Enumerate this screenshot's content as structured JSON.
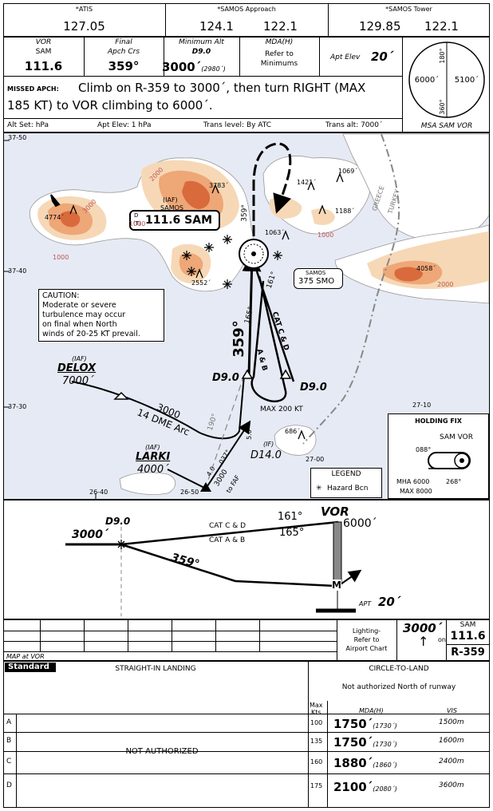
{
  "comms": {
    "atis_label": "*ATIS",
    "atis_freq": "127.05",
    "approach_label": "*SAMOS Approach",
    "approach_freq1": "124.1",
    "approach_freq2": "122.1",
    "tower_label": "*SAMOS Tower",
    "tower_freq1": "129.85",
    "tower_freq2": "122.1"
  },
  "briefing": {
    "vor_label": "VOR",
    "vor_name": "SAM",
    "vor_freq": "111.6",
    "final_label1": "Final",
    "final_label2": "Apch Crs",
    "final_crs": "359°",
    "min_alt_label": "Minimum Alt",
    "min_alt_fix": "D9.0",
    "min_alt_value": "3000´",
    "min_alt_paren": "(2980´)",
    "mda_label": "MDA(H)",
    "mda_text1": "Refer to",
    "mda_text2": "Minimums",
    "apt_elev_label": "Apt Elev",
    "apt_elev_value": "20´",
    "missed_label": "MISSED APCH:",
    "missed_text1": "Climb on R-359 to 3000´, then turn RIGHT (MAX",
    "missed_text2": "185 KT) to VOR climbing to 6000´.",
    "alt_set": "Alt Set: hPa",
    "apt_elev_hpa": "Apt Elev: 1 hPa",
    "trans_level": "Trans level: By ATC",
    "trans_alt": "Trans alt: 7000´"
  },
  "msa": {
    "label": "MSA SAM VOR",
    "alt_west": "6000´",
    "alt_east": "5100´",
    "bearing_top": "180°",
    "bearing_bottom": "360°"
  },
  "plan": {
    "lat_top": "37-50",
    "lat_mid": "37-40",
    "lat_low": "37-30",
    "lon_left": "26-40",
    "lon_mid": "26-50",
    "lon_right1": "27-00",
    "lon_right2": "27-10",
    "samos_iaf": "(IAF)",
    "samos_name": "SAMOS",
    "vor_box_d": "D",
    "vor_box_t": "(T)",
    "vor_box_text": "111.6 SAM",
    "ndb_name": "SAMOS",
    "ndb_text": "375 SMO",
    "caution": "CAUTION:\nModerate or severe\nturbulence may occur\non final when North\nwinds of 20-25 KT prevail.",
    "delox_iaf": "(IAF)",
    "delox_name": "DELOX",
    "delox_alt": "7000´",
    "larki_iaf": "(IAF)",
    "larki_name": "LARKI",
    "larki_alt": "4000´",
    "arc_alt": "3000",
    "arc_text": "14 DME Arc",
    "radial_190": "190°",
    "radial_359": "359°",
    "radial_359_top": "359°",
    "course_161": "161°",
    "course_165": "165°",
    "cat_cd": "CAT C & D",
    "cat_ab": "A & B",
    "d9_left": "D9.0",
    "d9_right": "D9.0",
    "max200": "MAX 200 KT",
    "if_label": "(IF)",
    "d14": "D14.0",
    "leg_50": "5.0",
    "leg_40": "4.0",
    "leg_037": "037°",
    "leg_3000": "3000",
    "to_faf": "to FAF",
    "elev_4774": "4774´",
    "elev_3783": "3783´",
    "elev_2552": "2552´",
    "elev_1421": "1421´",
    "elev_1069": "1069´",
    "elev_1188": "1188´",
    "elev_1063": "1063´",
    "elev_686": "686´",
    "elev_4058": "4058´",
    "contour_2000": "2000",
    "contour_1000": "1000",
    "contour_3000": "3000",
    "greece": "GREECE",
    "turkey": "TURKEY",
    "legend_title": "LEGEND",
    "legend_item": "Hazard Bcn",
    "holding_title": "HOLDING FIX",
    "holding_vor": "SAM VOR",
    "holding_088": "088°",
    "holding_268": "268°",
    "holding_mha": "MHA 6000",
    "holding_max": "MAX 8000"
  },
  "profile": {
    "d9": "D9.0",
    "alt3000": "3000´",
    "vor": "VOR",
    "alt6000": "6000´",
    "cat_cd": "CAT C & D",
    "crs161": "161°",
    "cat_ab": "CAT A & B",
    "crs165": "165°",
    "crs359": "359°",
    "m": "M",
    "apt": "APT",
    "apt_elev": "20´"
  },
  "map_at_vor": "MAP at VOR",
  "lighting1": "Lighting-",
  "lighting2": "Refer to",
  "lighting3": "Airport Chart",
  "ma_alt": "3000´",
  "ma_on": "on",
  "ma_sam": "SAM",
  "ma_freq": "111.6",
  "ma_radial": "R-359",
  "minimums": {
    "standard": "Standard",
    "straight_in": "STRAIGHT-IN LANDING",
    "not_authorized": "NOT AUTHORIZED",
    "circle": "CIRCLE-TO-LAND",
    "circle_note": "Not authorized North of runway",
    "max_kts1": "Max",
    "max_kts2": "Kts",
    "mda_h": "MDA(H)",
    "vis": "VIS",
    "cats": [
      "A",
      "B",
      "C",
      "D"
    ],
    "rows": [
      {
        "kts": "100",
        "mda": "1750´",
        "h": "(1730´)",
        "vis": "1500m"
      },
      {
        "kts": "135",
        "mda": "1750´",
        "h": "(1730´)",
        "vis": "1600m"
      },
      {
        "kts": "160",
        "mda": "1880´",
        "h": "(1860´)",
        "vis": "2400m"
      },
      {
        "kts": "175",
        "mda": "2100´",
        "h": "(2080´)",
        "vis": "3600m"
      }
    ]
  },
  "colors": {
    "sea": "#e6eaf4",
    "land": "#ffffff",
    "terrain1": "#f6d8b6",
    "terrain2": "#eea777",
    "terrain3": "#d96a3c"
  }
}
